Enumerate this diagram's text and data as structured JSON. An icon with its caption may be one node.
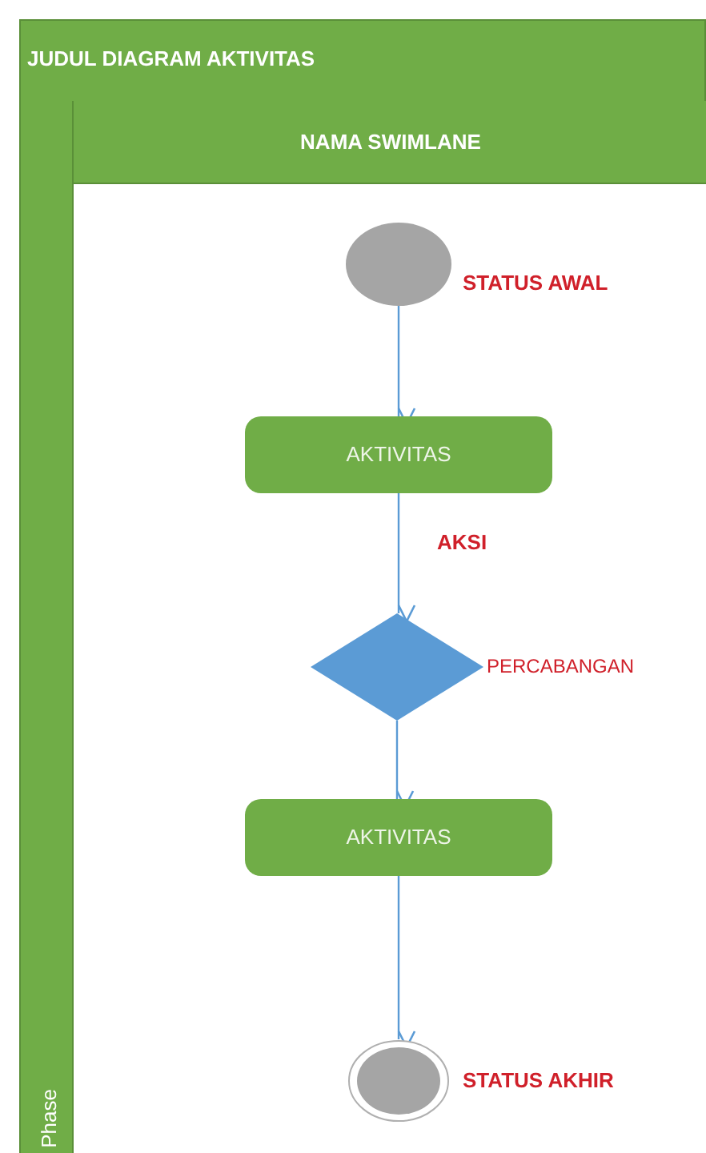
{
  "diagram": {
    "nodes": [
      {
        "text": [
          "JUDUL DIAGRAM AKTIVITAS"
        ]
      },
      {
        "text": [
          "Phase"
        ],
        "in": 0
      },
      {
        "text": [
          "NAMA SWIMLANE"
        ],
        "in": 0
      },
      {
        "text": [],
        "shape": "circle",
        "in": 2,
        "beside": [
          "STATUS AWAL"
        ]
      },
      {
        "text": [
          "AKTIVITAS"
        ],
        "in": 2
      },
      {
        "text": [],
        "shape": "diamond",
        "in": 2,
        "beside": [
          "PERCABANGAN"
        ]
      },
      {
        "text": [
          "AKTIVITAS"
        ],
        "in": 2
      },
      {
        "text": [],
        "shape": "circle",
        "in": 2,
        "beside": [
          "STATUS AKHIR"
        ]
      }
    ],
    "edges": [
      {
        "from": 3,
        "to": 4,
        "arrow": "to"
      },
      {
        "from": 4,
        "to": 5,
        "arrow": "to",
        "label": "AKSI"
      },
      {
        "from": 5,
        "to": 6,
        "arrow": "to"
      },
      {
        "from": 6,
        "to": 7,
        "arrow": "to"
      }
    ]
  }
}
